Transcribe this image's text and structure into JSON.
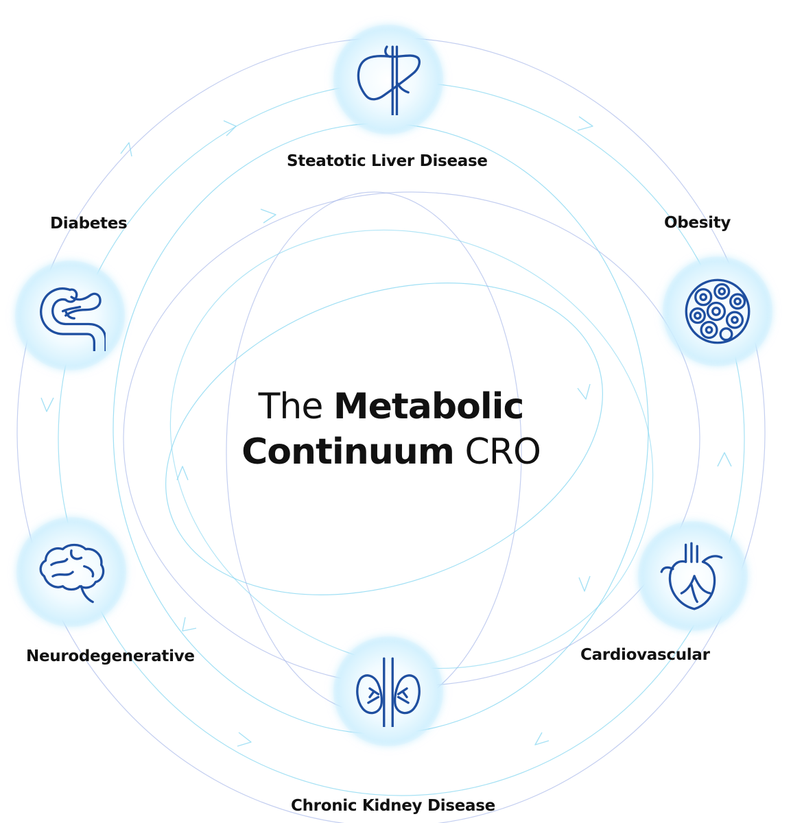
{
  "title": {
    "line1_light": "The",
    "line1_bold": "Metabolic",
    "line2_bold": "Continuum",
    "line2_light": "CRO"
  },
  "nodes": [
    {
      "label": "Steatotic Liver Disease",
      "icon": "liver-icon"
    },
    {
      "label": "Obesity",
      "icon": "fat-cells-icon"
    },
    {
      "label": "Cardiovascular",
      "icon": "heart-icon"
    },
    {
      "label": "Chronic Kidney Disease",
      "icon": "kidneys-icon"
    },
    {
      "label": "Neurodegenerative",
      "icon": "brain-icon"
    },
    {
      "label": "Diabetes",
      "icon": "pancreas-icon"
    }
  ],
  "colors": {
    "icon_stroke": "#1f4fa0",
    "orbit_cyan": "#7fd4f0",
    "orbit_blue": "#a9b9ea",
    "glow": "#d7f2fe",
    "text": "#111111"
  }
}
